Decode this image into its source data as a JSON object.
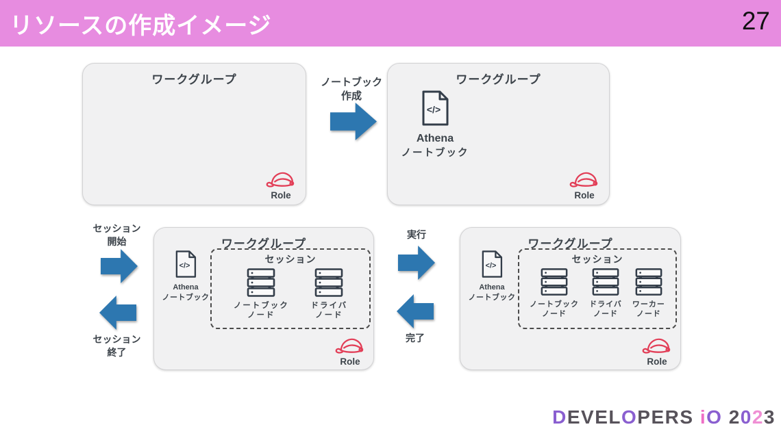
{
  "slide": {
    "title": "リソースの作成イメージ",
    "page_number": "27"
  },
  "colors": {
    "header_bg": "#e78ce0",
    "arrow_blue": "#2d77b0",
    "role_red": "#e23e57",
    "icon_dark": "#333d49"
  },
  "notebook_icon_code": "</>",
  "workgroups": {
    "empty": {
      "title": "ワークグループ",
      "role_label": "Role"
    },
    "with_notebook": {
      "title": "ワークグループ",
      "notebook_name": "Athena",
      "notebook_sub": "ノートブック",
      "role_label": "Role"
    },
    "session_two_nodes": {
      "title": "ワークグループ",
      "notebook_name": "Athena",
      "notebook_sub": "ノートブック",
      "session_title": "セッション",
      "nodes": [
        {
          "line1": "ノートブック",
          "line2": "ノード"
        },
        {
          "line1": "ドライバ",
          "line2": "ノード"
        }
      ],
      "role_label": "Role"
    },
    "session_three_nodes": {
      "title": "ワークグループ",
      "notebook_name": "Athena",
      "notebook_sub": "ノートブック",
      "session_title": "セッション",
      "nodes": [
        {
          "line1": "ノートブック",
          "line2": "ノード"
        },
        {
          "line1": "ドライバ",
          "line2": "ノード"
        },
        {
          "line1": "ワーカー",
          "line2": "ノード"
        }
      ],
      "role_label": "Role"
    }
  },
  "arrows": {
    "create_notebook": {
      "line1": "ノートブック",
      "line2": "作成"
    },
    "session_start": {
      "line1": "セッション",
      "line2": "開始"
    },
    "session_end": {
      "line1": "セッション",
      "line2": "終了"
    },
    "run": {
      "label": "実行"
    },
    "finish": {
      "label": "完了"
    }
  },
  "logo": {
    "text": "DEVELOPERS iO 2023",
    "letters": [
      {
        "ch": "D",
        "color": "#8a5fd0"
      },
      {
        "ch": "E",
        "color": "#57525a"
      },
      {
        "ch": "V",
        "color": "#57525a"
      },
      {
        "ch": "E",
        "color": "#57525a"
      },
      {
        "ch": "L",
        "color": "#57525a"
      },
      {
        "ch": "O",
        "color": "#8a5fd0"
      },
      {
        "ch": "P",
        "color": "#57525a"
      },
      {
        "ch": "E",
        "color": "#57525a"
      },
      {
        "ch": "R",
        "color": "#57525a"
      },
      {
        "ch": "S",
        "color": "#57525a"
      },
      {
        "ch": " ",
        "color": "#57525a"
      },
      {
        "ch": "i",
        "color": "#ee6fc5"
      },
      {
        "ch": "O",
        "color": "#8a5fd0"
      },
      {
        "ch": " ",
        "color": "#57525a"
      },
      {
        "ch": "2",
        "color": "#57525a"
      },
      {
        "ch": "0",
        "color": "#8a5fd0"
      },
      {
        "ch": "2",
        "color": "#ef8fd4"
      },
      {
        "ch": "3",
        "color": "#57525a"
      }
    ]
  }
}
